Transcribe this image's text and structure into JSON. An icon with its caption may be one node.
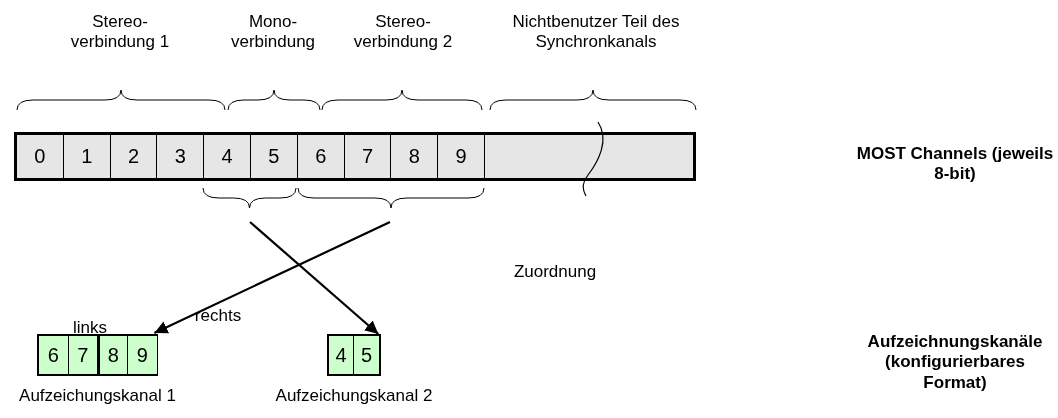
{
  "diagram": {
    "nodes": [
      {
        "text": [],
        "shape": "bar"
      },
      {
        "text": [
          "0"
        ],
        "in": 0
      },
      {
        "text": [
          "1"
        ],
        "in": 0
      },
      {
        "text": [
          "2"
        ],
        "in": 0
      },
      {
        "text": [
          "3"
        ],
        "in": 0
      },
      {
        "text": [
          "4"
        ],
        "in": 0
      },
      {
        "text": [
          "5"
        ],
        "in": 0
      },
      {
        "text": [
          "6"
        ],
        "in": 0
      },
      {
        "text": [
          "7"
        ],
        "in": 0
      },
      {
        "text": [
          "8"
        ],
        "in": 0
      },
      {
        "text": [
          "9"
        ],
        "in": 0
      },
      {
        "text": [],
        "shape": "box",
        "beside": [
          "Aufzeichungskanal 1"
        ]
      },
      {
        "text": [
          "6"
        ],
        "in": 11
      },
      {
        "text": [
          "7"
        ],
        "in": 11
      },
      {
        "text": [
          "8"
        ],
        "in": 11
      },
      {
        "text": [
          "9"
        ],
        "in": 11
      },
      {
        "text": [],
        "shape": "box",
        "beside": [
          "Aufzeichungskanal 2"
        ]
      },
      {
        "text": [
          "4"
        ],
        "in": 16
      },
      {
        "text": [
          "5"
        ],
        "in": 16
      }
    ],
    "edges": [
      {
        "from": null,
        "to": 16,
        "arrow": "to"
      },
      {
        "from": null,
        "to": 11,
        "arrow": "to"
      }
    ],
    "labels": [
      "Stereo- verbindung 1",
      "Mono- verbindung",
      "Stereo- verbindung 2",
      "Nichtbenutzer Teil des Synchronkanals",
      "MOST Channels (jeweils 8-bit)",
      "Zuordnung",
      "links",
      "rechts",
      "Aufzeichnungskanäle (konfigurierbares Format)"
    ]
  }
}
